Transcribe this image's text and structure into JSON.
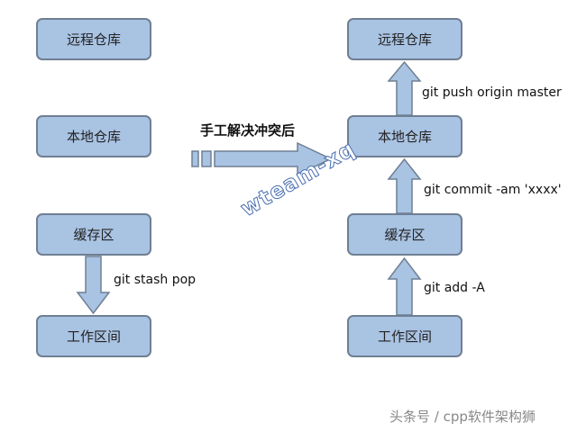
{
  "left": {
    "boxes": [
      "远程仓库",
      "本地仓库",
      "缓存区",
      "工作区间"
    ],
    "arrow_label": "git stash pop"
  },
  "middle": {
    "label": "手工解决冲突后"
  },
  "right": {
    "boxes": [
      "远程仓库",
      "本地仓库",
      "缓存区",
      "工作区间"
    ],
    "arrow_labels": [
      "git push origin master",
      "git commit -am 'xxxx'",
      "git add -A"
    ]
  },
  "watermark": "wteam-xq",
  "footer": "头条号 / cpp软件架构狮",
  "colors": {
    "box_fill": "#a9c3e3",
    "box_stroke": "#6f7f93"
  }
}
